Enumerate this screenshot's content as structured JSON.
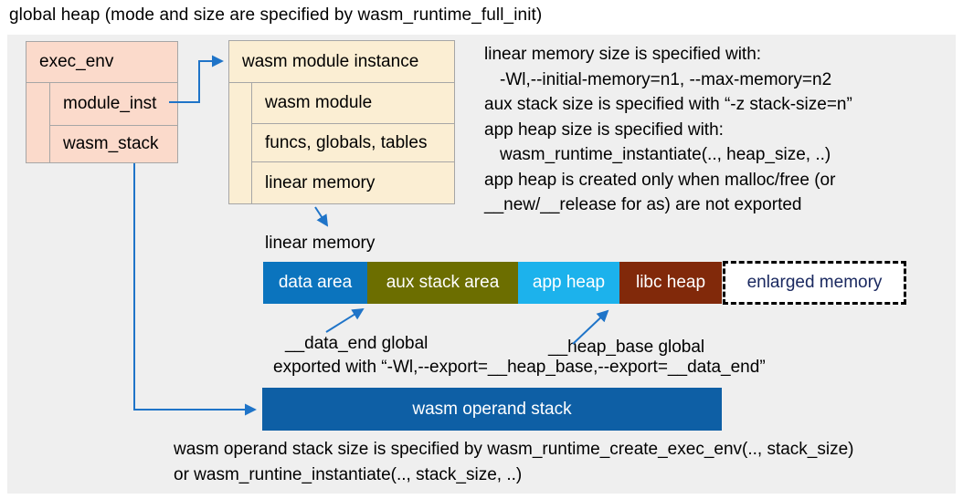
{
  "title": "global heap (mode and size are specified by wasm_runtime_full_init)",
  "colors": {
    "panel_bg": "#efefef",
    "exec_env_box": "#fbdacb",
    "module_instance_box": "#fbeed3",
    "box_border": "#a6a6a6",
    "arrow_blue": "#1f74c8",
    "data_area": "#0b74be",
    "aux_stack_area": "#6c6e00",
    "app_heap": "#1cb2ec",
    "libc_heap": "#81290a",
    "operand_stack": "#0e5fa5",
    "enlarged_memory_text": "#1a2960"
  },
  "exec_env": {
    "header": "exec_env",
    "rows": [
      {
        "label": "module_inst"
      },
      {
        "label": "wasm_stack"
      }
    ]
  },
  "module_instance": {
    "header": "wasm module instance",
    "rows": [
      {
        "label": "wasm module"
      },
      {
        "label": "funcs, globals, tables"
      },
      {
        "label": "linear memory"
      }
    ]
  },
  "right_notes": {
    "lines": [
      {
        "text": "linear memory size is specified with:"
      },
      {
        "text": "-Wl,--initial-memory=n1, --max-memory=n2"
      },
      {
        "text": "aux stack size is specified with “-z stack-size=n”"
      },
      {
        "text": "app heap size is specified with:"
      },
      {
        "text": "wasm_runtime_instantiate(.., heap_size, ..)"
      },
      {
        "text": "app heap is created only when malloc/free (or"
      },
      {
        "text": "__new/__release for as) are not exported"
      }
    ]
  },
  "linear_memory": {
    "label": "linear memory",
    "segments": [
      {
        "label": "data area",
        "color": "#0b74be"
      },
      {
        "label": "aux stack area",
        "color": "#6c6e00"
      },
      {
        "label": "app heap",
        "color": "#1cb2ec"
      },
      {
        "label": "libc heap",
        "color": "#81290a"
      }
    ],
    "enlarged_label": "enlarged memory"
  },
  "annotations": {
    "data_end": "__data_end global",
    "heap_base": "__heap_base global",
    "exported": "exported with “-Wl,--export=__heap_base,--export=__data_end”"
  },
  "operand_stack": {
    "label": "wasm operand stack"
  },
  "footer": {
    "lines": [
      "wasm operand stack size is specified by wasm_runtime_create_exec_env(.., stack_size)",
      "or wasm_runtine_instantiate(.., stack_size, ..)"
    ]
  }
}
